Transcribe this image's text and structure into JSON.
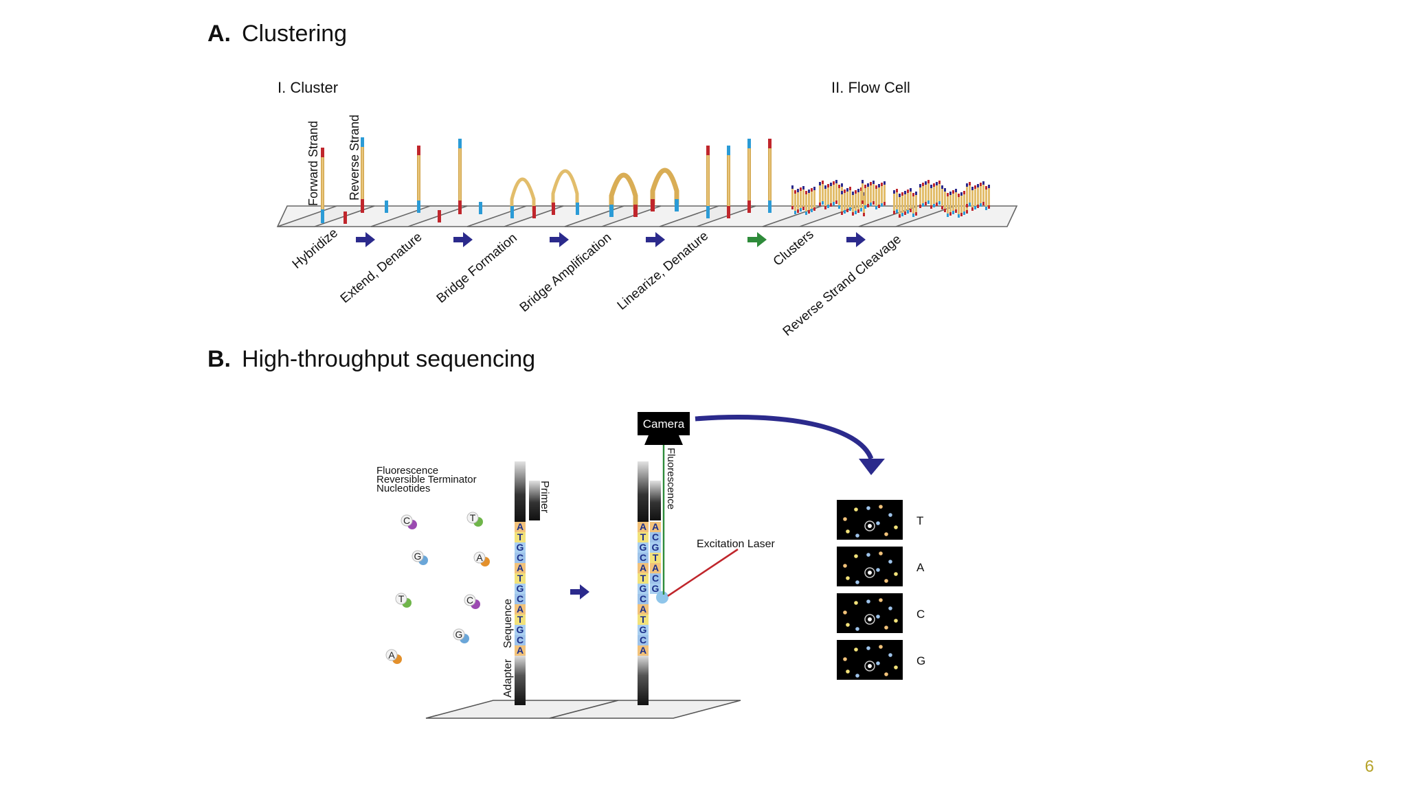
{
  "section_a": {
    "letter": "A.",
    "title": "Clustering",
    "sub_cluster": "I. Cluster",
    "sub_flowcell": "II. Flow Cell",
    "strand_forward": "Forward Strand",
    "strand_reverse": "Reverse Strand",
    "steps": [
      "Hybridize",
      "Extend, Denature",
      "Bridge Formation",
      "Bridge Amplification",
      "Linearize, Denature",
      "Clusters",
      "Reverse Strand Cleavage"
    ]
  },
  "section_b": {
    "letter": "B.",
    "title": "High-throughput sequencing",
    "nucleotides_label_lines": [
      "Fluorescence",
      "Reversible Terminator",
      "Nucleotides"
    ],
    "primer": "Primer",
    "sequence": "Sequence",
    "adapter": "Adapter",
    "camera": "Camera",
    "fluorescence": "Fluorescence",
    "excitation_laser": "Excitation Laser",
    "free_nucleotides": [
      "C",
      "T",
      "G",
      "A",
      "T",
      "C",
      "G",
      "A"
    ],
    "template_bases": [
      "A",
      "T",
      "G",
      "C",
      "A",
      "T",
      "G",
      "C",
      "A",
      "T",
      "G",
      "C",
      "A"
    ],
    "primer_bases": [
      "A",
      "C",
      "G",
      "T",
      "A",
      "C",
      "G"
    ],
    "image_bases": [
      "T",
      "A",
      "C",
      "G"
    ]
  },
  "colors": {
    "arrow_navy": "#2b2a8c",
    "arrow_green": "#2e8b3a",
    "strand_tan": "#e2bd6b",
    "red_tip": "#c0262c",
    "blue_tip": "#2b9bd6",
    "laser_red": "#c0262c",
    "fluor_green": "#2e8b3a",
    "page_num": "#b6a32a"
  },
  "page_number": "6"
}
